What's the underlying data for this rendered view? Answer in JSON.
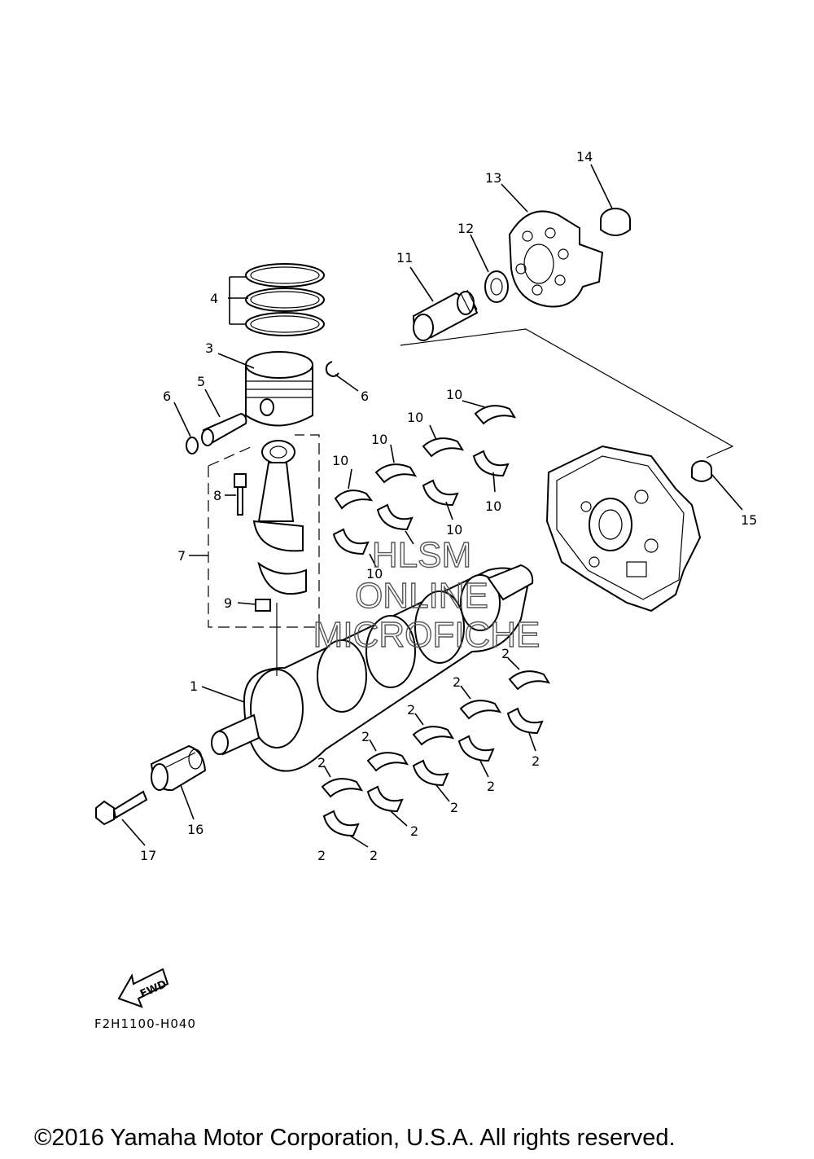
{
  "callouts": [
    {
      "id": "c1",
      "label": "1"
    },
    {
      "id": "c2a",
      "label": "2"
    },
    {
      "id": "c2b",
      "label": "2"
    },
    {
      "id": "c2c",
      "label": "2"
    },
    {
      "id": "c2d",
      "label": "2"
    },
    {
      "id": "c2e",
      "label": "2"
    },
    {
      "id": "c2f",
      "label": "2"
    },
    {
      "id": "c2g",
      "label": "2"
    },
    {
      "id": "c2h",
      "label": "2"
    },
    {
      "id": "c2i",
      "label": "2"
    },
    {
      "id": "c2j",
      "label": "2"
    },
    {
      "id": "c2k",
      "label": "2"
    },
    {
      "id": "c3",
      "label": "3"
    },
    {
      "id": "c4",
      "label": "4"
    },
    {
      "id": "c5",
      "label": "5"
    },
    {
      "id": "c6a",
      "label": "6"
    },
    {
      "id": "c6b",
      "label": "6"
    },
    {
      "id": "c7",
      "label": "7"
    },
    {
      "id": "c8",
      "label": "8"
    },
    {
      "id": "c9",
      "label": "9"
    },
    {
      "id": "c10a",
      "label": "10"
    },
    {
      "id": "c10b",
      "label": "10"
    },
    {
      "id": "c10c",
      "label": "10"
    },
    {
      "id": "c10d",
      "label": "10"
    },
    {
      "id": "c10e",
      "label": "10"
    },
    {
      "id": "c10f",
      "label": "10"
    },
    {
      "id": "c10g",
      "label": "10"
    },
    {
      "id": "c11",
      "label": "11"
    },
    {
      "id": "c12",
      "label": "12"
    },
    {
      "id": "c13",
      "label": "13"
    },
    {
      "id": "c14",
      "label": "14"
    },
    {
      "id": "c15",
      "label": "15"
    },
    {
      "id": "c16",
      "label": "16"
    },
    {
      "id": "c17",
      "label": "17"
    }
  ],
  "fwd_label": "FWD",
  "diagram_code": "F2H1100-H040",
  "watermark": [
    "HLSM",
    "ONLINE",
    "MICROFICHE"
  ],
  "copyright": "©2016 Yamaha Motor Corporation, U.S.A. All rights reserved."
}
